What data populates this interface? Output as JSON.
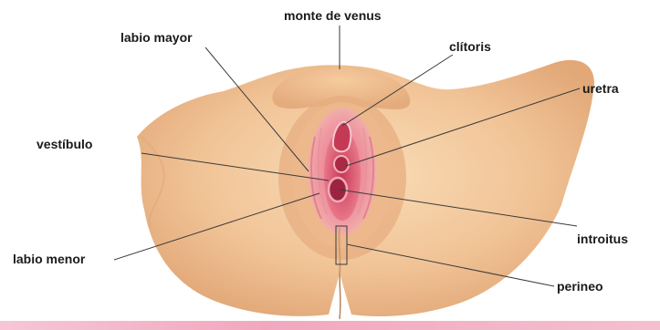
{
  "labels": {
    "monte_de_venus": "monte de venus",
    "labio_mayor": "labio mayor",
    "clitoris": "clítoris",
    "uretra": "uretra",
    "vestibulo": "vestíbulo",
    "introitus": "introitus",
    "labio_menor": "labio menor",
    "perineo": "perineo"
  },
  "colors": {
    "skin_light": "#f6d2aa",
    "skin_mid": "#e8b486",
    "skin_shadow": "#d49a70",
    "mucosa_outer": "#e88f9c",
    "mucosa_inner": "#d9536b",
    "mucosa_deep": "#b8304d",
    "leader_line": "#3a3a3a",
    "bottom_band": "#f2a7bf"
  }
}
